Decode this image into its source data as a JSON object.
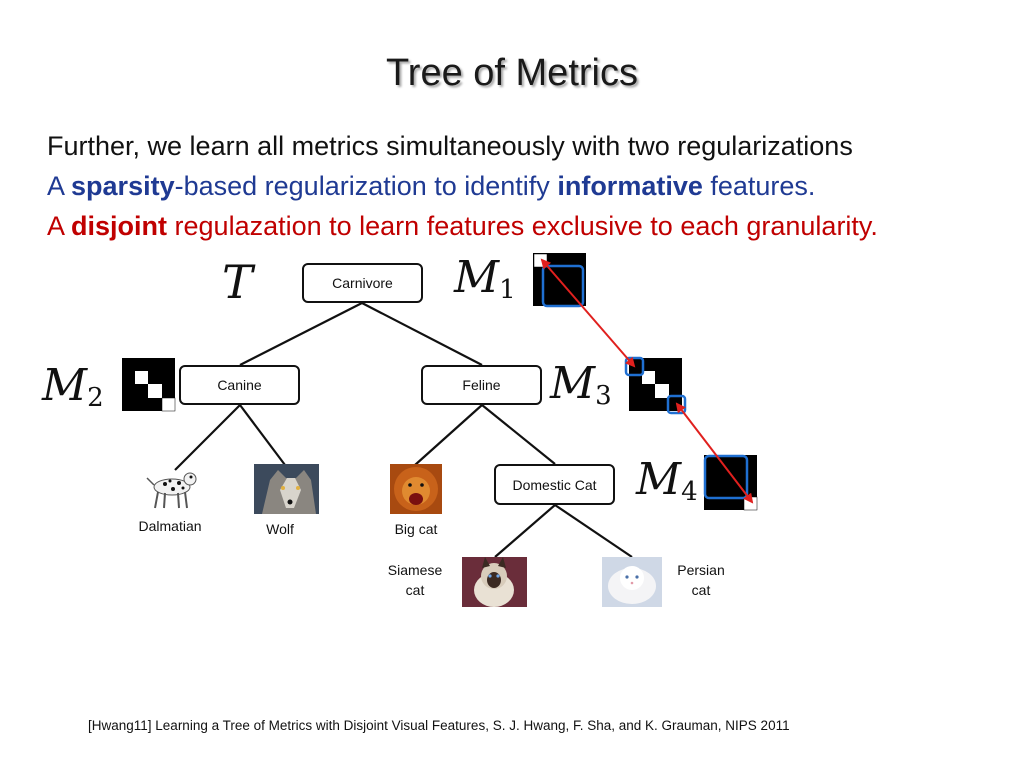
{
  "slide": {
    "title": "Tree of Metrics",
    "line1": "Further, we learn all metrics simultaneously with two regularizations",
    "line2": {
      "pre": "A ",
      "bold1": "sparsity",
      "mid": "-based regularization to identify ",
      "bold2": "informative",
      "post": " features."
    },
    "line3": {
      "pre": "A ",
      "bold": "disjoint",
      "post": " regulazation to learn features exclusive to each granularity."
    },
    "citation": "[Hwang11] Learning a Tree of Metrics with Disjoint Visual Features,  S. J. Hwang, F. Sha, and K. Grauman, NIPS 2011"
  },
  "tree": {
    "symbol": "T",
    "root": "Carnivore",
    "canine": "Canine",
    "feline": "Feline",
    "domestic": "Domestic Cat",
    "leaves": {
      "dalmatian": "Dalmatian",
      "wolf": "Wolf",
      "bigcat": "Big cat",
      "siamese_1": "Siamese",
      "siamese_2": "cat",
      "persian_1": "Persian",
      "persian_2": "cat"
    }
  },
  "metrics": {
    "m1": {
      "letter": "M",
      "sub": "1"
    },
    "m2": {
      "letter": "M",
      "sub": "2"
    },
    "m3": {
      "letter": "M",
      "sub": "3"
    },
    "m4": {
      "letter": "M",
      "sub": "4"
    }
  },
  "colors": {
    "title": "#1a1a1a",
    "blue_text": "#1f3a93",
    "red_text": "#c00000",
    "highlight_box": "#1f6fd1",
    "arrow": "#e0201e"
  }
}
